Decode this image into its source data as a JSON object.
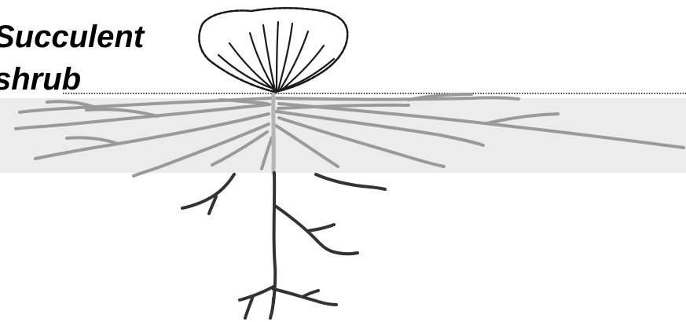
{
  "title": {
    "line1": "Succulent",
    "line2": "shrub"
  },
  "colors": {
    "background": "#ffffff",
    "topsoil_band": "#ececec",
    "shallow_roots": "#9a9a9a",
    "deep_roots": "#333333",
    "foliage_outline": "#1a1a1a",
    "ground_line": "#000000",
    "title_text": "#000000"
  },
  "icons": {
    "plant": "succulent-shrub-canopy",
    "roots": "root-system"
  }
}
